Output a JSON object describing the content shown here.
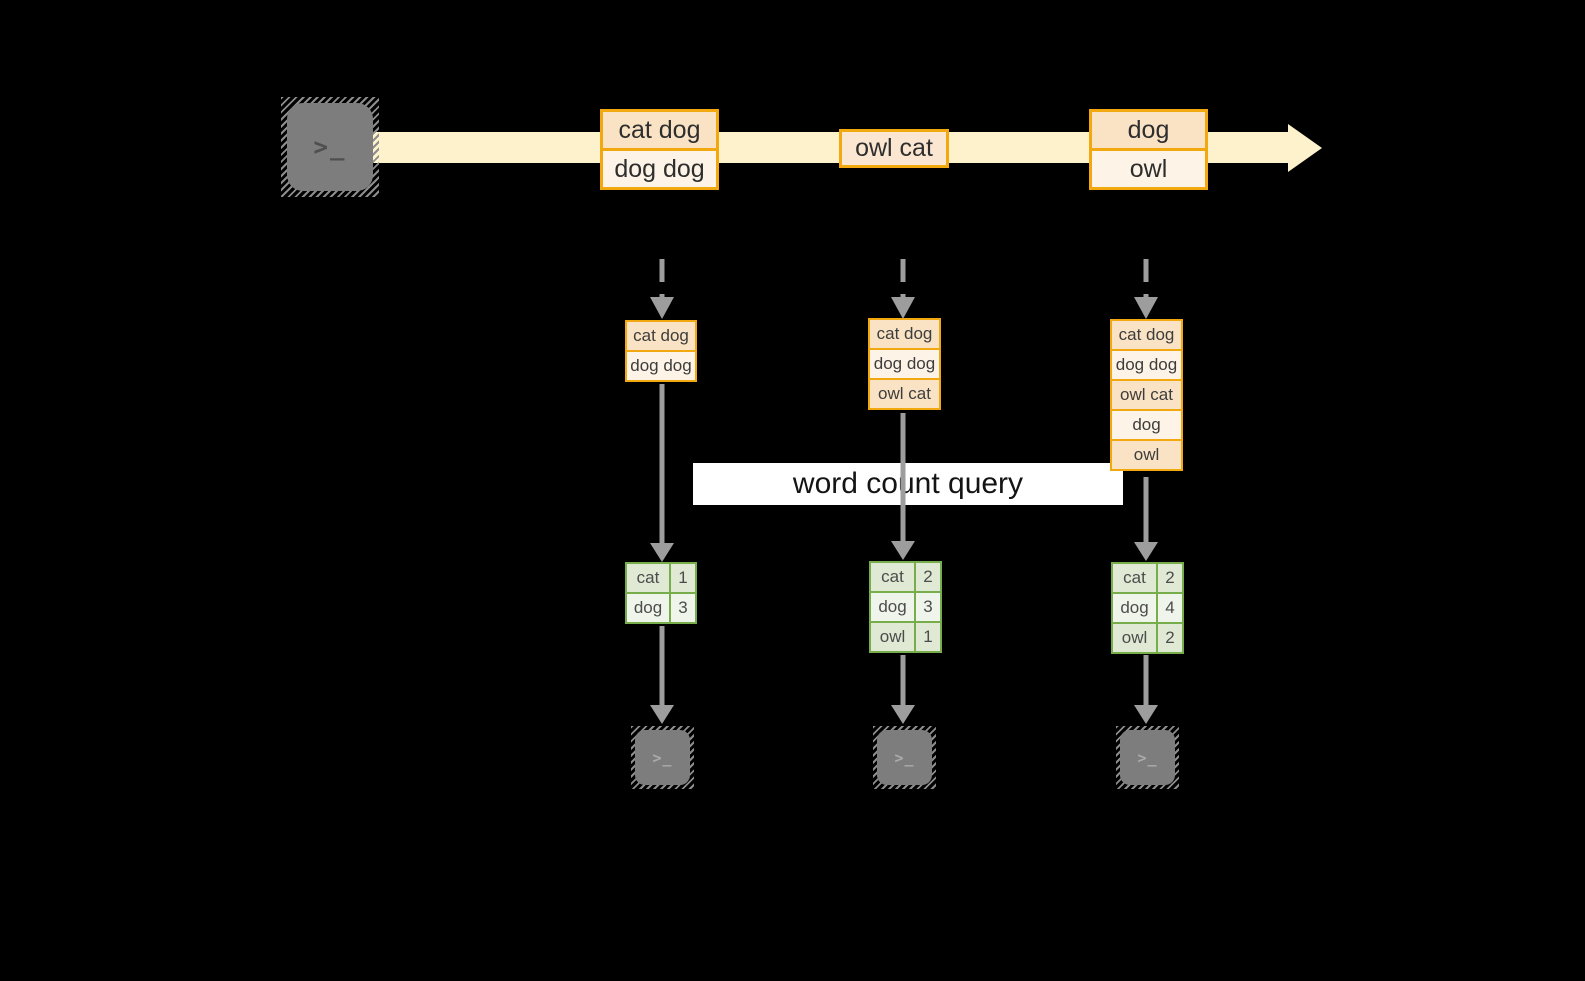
{
  "colors": {
    "bg": "#000000",
    "amber": "#F2A90F",
    "peach": "#FAE3C5",
    "peach2": "#FBE7D1",
    "cream": "#FDF3E6",
    "band": "#FDF2CC",
    "green": "#77AE4B",
    "sage_dark": "#DFE9D3",
    "sage_light": "#F0F5EB",
    "arrow": "#9D9D9D",
    "term": "#7D7D7D",
    "querybg": "#FFFFFF",
    "text_dark": "#2E2E2E",
    "text_mid": "#4C4C4C"
  },
  "icons": {
    "terminal_glyph": ">_"
  },
  "query_label": "word count query",
  "stream": {
    "boxes": [
      {
        "lines": [
          "cat dog",
          "dog dog"
        ]
      },
      {
        "lines": [
          "owl cat"
        ]
      },
      {
        "lines": [
          "dog",
          "owl"
        ]
      }
    ]
  },
  "columns": [
    {
      "state_rows": [
        "cat dog",
        "dog dog"
      ],
      "result_rows": [
        {
          "word": "cat",
          "count": "1"
        },
        {
          "word": "dog",
          "count": "3"
        }
      ]
    },
    {
      "state_rows": [
        "cat dog",
        "dog dog",
        "owl cat"
      ],
      "result_rows": [
        {
          "word": "cat",
          "count": "2"
        },
        {
          "word": "dog",
          "count": "3"
        },
        {
          "word": "owl",
          "count": "1"
        }
      ]
    },
    {
      "state_rows": [
        "cat dog",
        "dog dog",
        "owl cat",
        "dog",
        "owl"
      ],
      "result_rows": [
        {
          "word": "cat",
          "count": "2"
        },
        {
          "word": "dog",
          "count": "4"
        },
        {
          "word": "owl",
          "count": "2"
        }
      ]
    }
  ]
}
